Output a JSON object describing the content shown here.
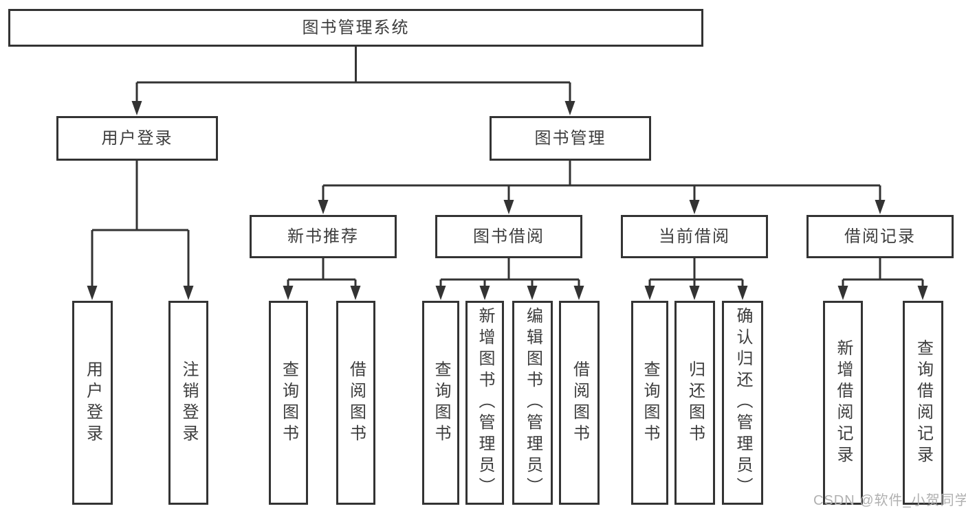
{
  "tree": {
    "root": {
      "label": "图书管理系统"
    },
    "branches": [
      {
        "label": "用户登录",
        "leaves": [
          {
            "label": "用户登录"
          },
          {
            "label": "注销登录"
          }
        ]
      },
      {
        "label": "图书管理",
        "groups": [
          {
            "label": "新书推荐",
            "leaves": [
              {
                "label": "查询图书"
              },
              {
                "label": "借阅图书"
              }
            ]
          },
          {
            "label": "图书借阅",
            "leaves": [
              {
                "label": "查询图书"
              },
              {
                "label": "新增图书（管理员）"
              },
              {
                "label": "编辑图书（管理员）"
              },
              {
                "label": "借阅图书"
              }
            ]
          },
          {
            "label": "当前借阅",
            "leaves": [
              {
                "label": "查询图书"
              },
              {
                "label": "归还图书"
              },
              {
                "label": "确认归还（管理员）"
              }
            ]
          },
          {
            "label": "借阅记录",
            "leaves": [
              {
                "label": "新增借阅记录"
              },
              {
                "label": "查询借阅记录"
              }
            ]
          }
        ]
      }
    ]
  },
  "watermark": {
    "text": "CSDN @软件_小贺同学"
  },
  "colors": {
    "line": "#333333",
    "text": "#3d3d3d",
    "box_fill": "#ffffff",
    "watermark": "#b0b0b0",
    "background": "#ffffff"
  }
}
